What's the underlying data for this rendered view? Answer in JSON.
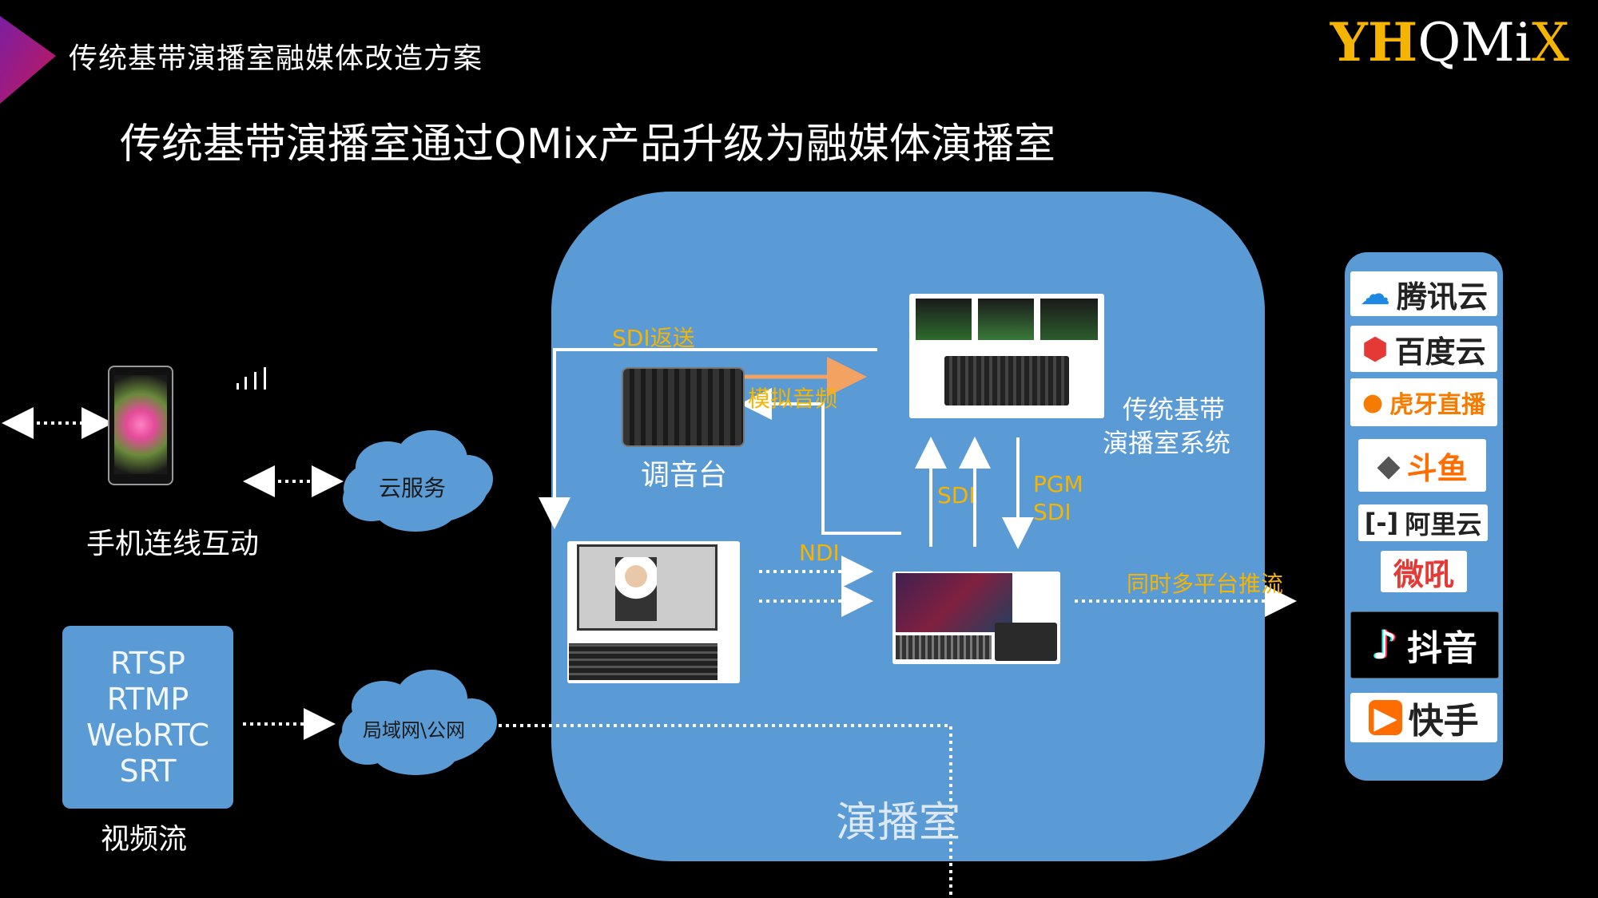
{
  "header": {
    "title": "传统基带演播室融媒体改造方案"
  },
  "brand": {
    "logo_prefix": "YH",
    "logo_q": "QMi",
    "logo_x": "X"
  },
  "slide": {
    "title": "传统基带演播室通过QMix产品升级为融媒体演播室"
  },
  "phone_section": {
    "label": "手机连线互动",
    "cloud": "云服务"
  },
  "stream_section": {
    "protocols": [
      "RTSP",
      "RTMP",
      "WebRTC",
      "SRT"
    ],
    "label": "视频流",
    "cloud": "局域网\\公网"
  },
  "studio": {
    "label": "演播室",
    "system_label_1": "传统基带",
    "system_label_2": "演播室系统",
    "mixer_label": "调音台",
    "sdi_return": "SDI返送",
    "analog_audio": "模拟音频",
    "sdi": "SDI",
    "pgm": "PGM",
    "pgm_sdi": "SDI",
    "ndi": "NDI",
    "push_label": "同时多平台推流"
  },
  "platforms": [
    {
      "name": "腾讯云",
      "icon": "tencent-cloud-logo"
    },
    {
      "name": "百度云",
      "icon": "baidu-cloud-logo"
    },
    {
      "name": "虎牙直播",
      "icon": "huya-logo"
    },
    {
      "name": "斗鱼",
      "icon": "douyu-logo"
    },
    {
      "name": "阿里云",
      "icon": "aliyun-logo"
    },
    {
      "name": "微吼",
      "icon": "vhall-logo"
    },
    {
      "name": "抖音",
      "icon": "douyin-logo"
    },
    {
      "name": "快手",
      "icon": "kuaishou-logo"
    }
  ],
  "colors": {
    "accent": "#f5b400",
    "box": "#5b9bd5",
    "arrow_orange": "#f4a261",
    "background": "#000000"
  }
}
